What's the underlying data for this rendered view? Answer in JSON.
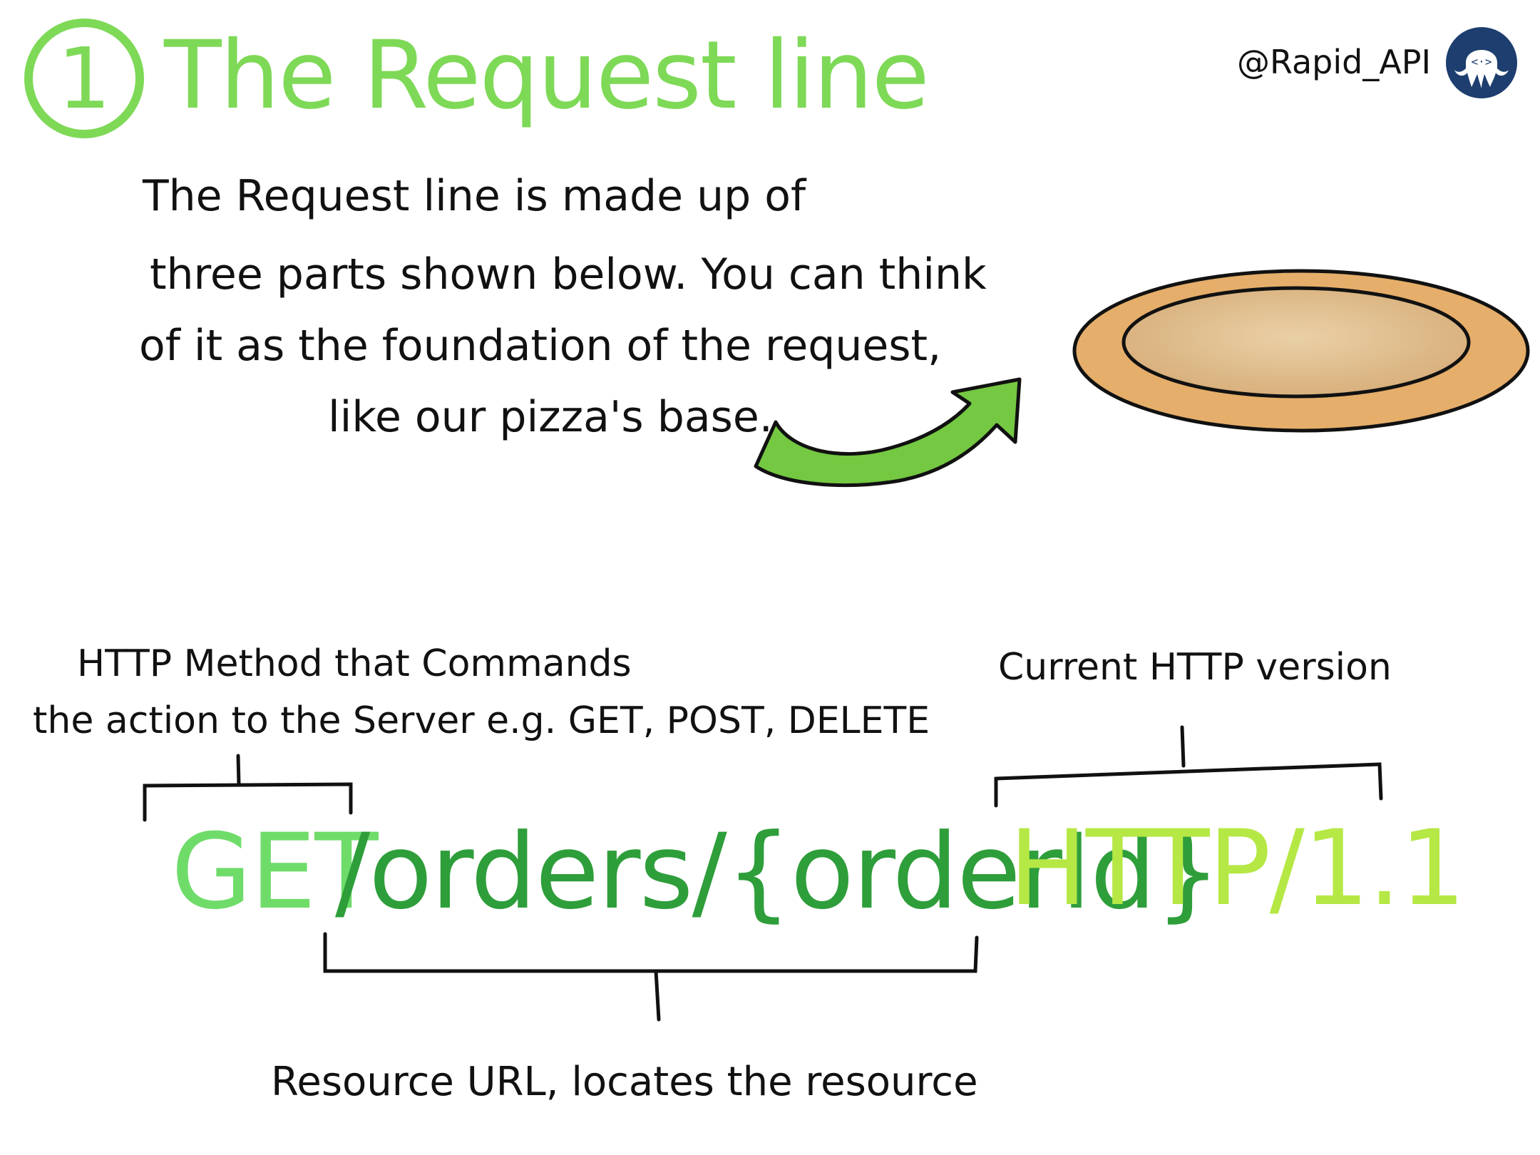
{
  "header": {
    "step_number": "1",
    "title": "The Request line",
    "handle": "@Rapid_API"
  },
  "intro": {
    "lines": [
      "The Request line is made up of",
      "three parts shown below. You can think",
      "of it as the foundation of the request,",
      "like our pizza's base."
    ]
  },
  "request_line": {
    "method": "GET",
    "url": "/orders/{orderId}",
    "version": "HTTP/1.1"
  },
  "labels": {
    "method_line1": "HTTP Method that Commands",
    "method_line2": "the action to the Server e.g. GET, POST, DELETE",
    "version": "Current HTTP version",
    "url": "Resource URL, locates the resource"
  },
  "colors": {
    "title_green": "#7ed957",
    "method_green": "#6fdc6a",
    "url_green": "#2e9e3a",
    "version_green": "#b5e845",
    "arrow_green": "#74c842",
    "pizza_crust": "#e5ae6a",
    "pizza_base": "#dcb888",
    "logo_navy": "#1d3e6e"
  },
  "icons": {
    "logo": "octopus-logo-icon",
    "arrow": "curved-arrow-icon",
    "pizza": "pizza-base-illustration"
  }
}
